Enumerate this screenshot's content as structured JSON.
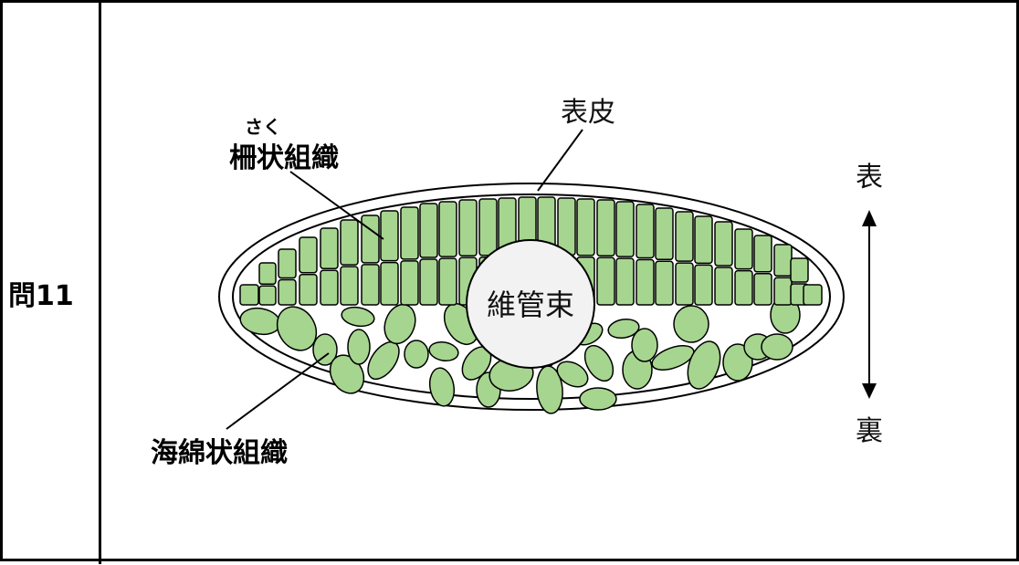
{
  "question": {
    "label": "問11"
  },
  "diagram": {
    "labels": {
      "epidermis": "表皮",
      "palisade_ruby": "さく",
      "palisade": "柵状組織",
      "vascular_bundle": "維管束",
      "spongy": "海綿状組織",
      "upper_side": "表",
      "lower_side": "裏"
    },
    "colors": {
      "cell_fill": "#a6d58f",
      "outline": "#000000",
      "vascular_fill": "#f2f2f2"
    }
  }
}
